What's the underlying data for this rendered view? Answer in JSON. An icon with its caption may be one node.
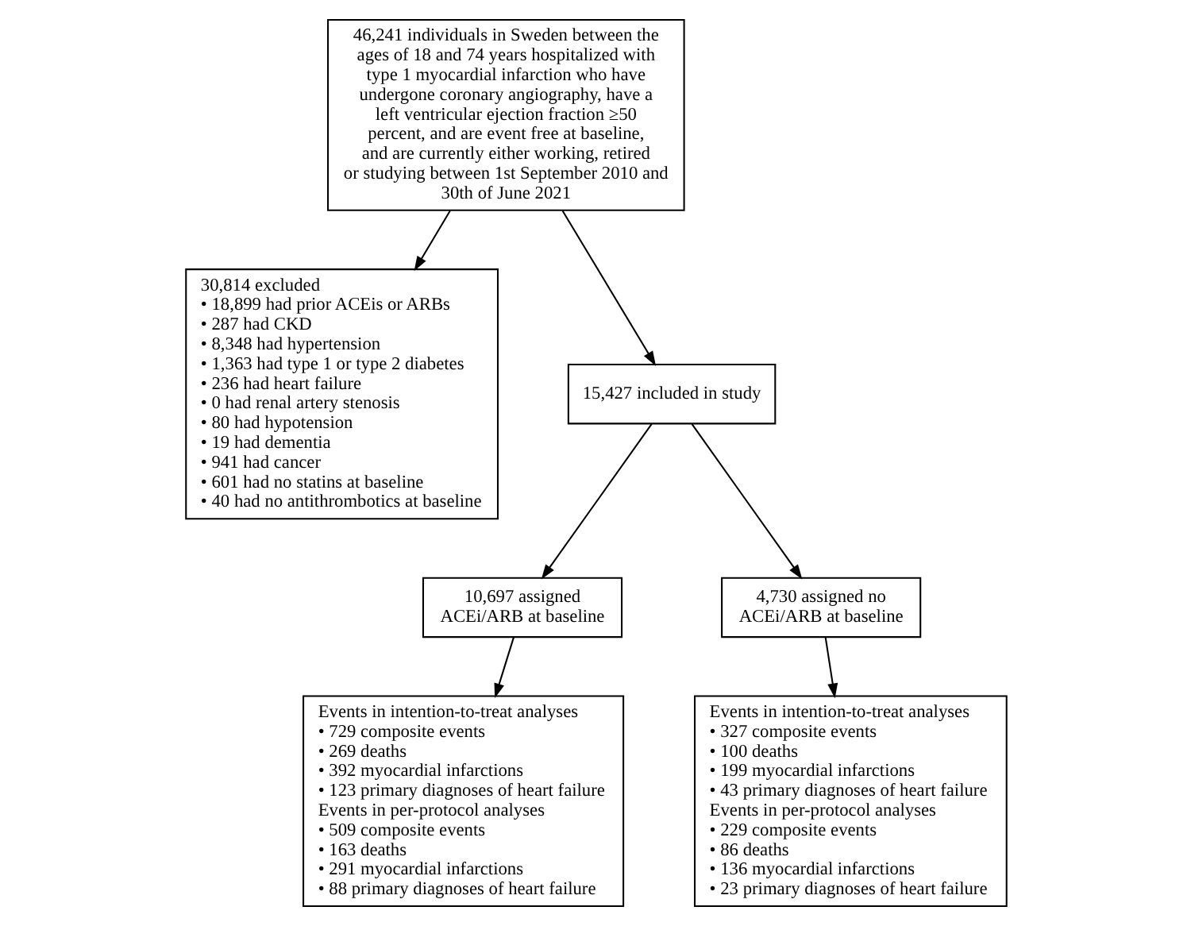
{
  "diagram": {
    "nodes": [
      {
        "text": [
          "46,241 individuals in Sweden between the ages of 18 and 74 years hospitalized with type 1 myocardial infarction who have undergone coronary angiography, have a left ventricular ejection fraction ≥50 percent, and are event free at baseline, and are currently either working, retired or studying between 1st September 2010 and 30th of June 2021"
        ]
      },
      {
        "text": [
          "30,814 excluded",
          "• 18,899 had prior ACEis or ARBs",
          "• 287 had CKD",
          "• 8,348 had hypertension",
          "• 1,363 had type 1 or type 2 diabetes",
          "• 236 had heart failure",
          "• 0 had renal artery stenosis",
          "• 80 had hypotension",
          "• 19 had dementia",
          "• 941 had cancer",
          "• 601 had no statins at baseline",
          "• 40 had no antithrombotics at baseline"
        ]
      },
      {
        "text": [
          "15,427 included in study"
        ]
      },
      {
        "text": [
          "10,697 assigned ACEi/ARB at baseline"
        ]
      },
      {
        "text": [
          "4,730 assigned no ACEi/ARB at baseline"
        ]
      },
      {
        "text": [
          "Events in intention-to-treat analyses",
          "• 729 composite events",
          "• 269 deaths",
          "• 392 myocardial infarctions",
          "• 123 primary diagnoses of heart failure",
          "Events in per-protocol analyses",
          "• 509 composite events",
          "• 163 deaths",
          "• 291 myocardial infarctions",
          "• 88 primary diagnoses of heart failure"
        ]
      },
      {
        "text": [
          "Events in intention-to-treat analyses",
          "• 327 composite events",
          "• 100 deaths",
          "• 199 myocardial infarctions",
          "• 43 primary diagnoses of heart failure",
          "Events in per-protocol analyses",
          "• 229 composite events",
          "• 86 deaths",
          "• 136 myocardial infarctions",
          "• 23 primary diagnoses of heart failure"
        ]
      }
    ],
    "edges": [
      {
        "from": 0,
        "to": 2,
        "arrow": "to"
      },
      {
        "from": 0,
        "to": 1,
        "arrow": "to"
      },
      {
        "from": 2,
        "to": 3,
        "arrow": "to"
      },
      {
        "from": 2,
        "to": 4,
        "arrow": "to"
      },
      {
        "from": 3,
        "to": 5,
        "arrow": "to"
      },
      {
        "from": 4,
        "to": 6,
        "arrow": "to"
      }
    ]
  }
}
